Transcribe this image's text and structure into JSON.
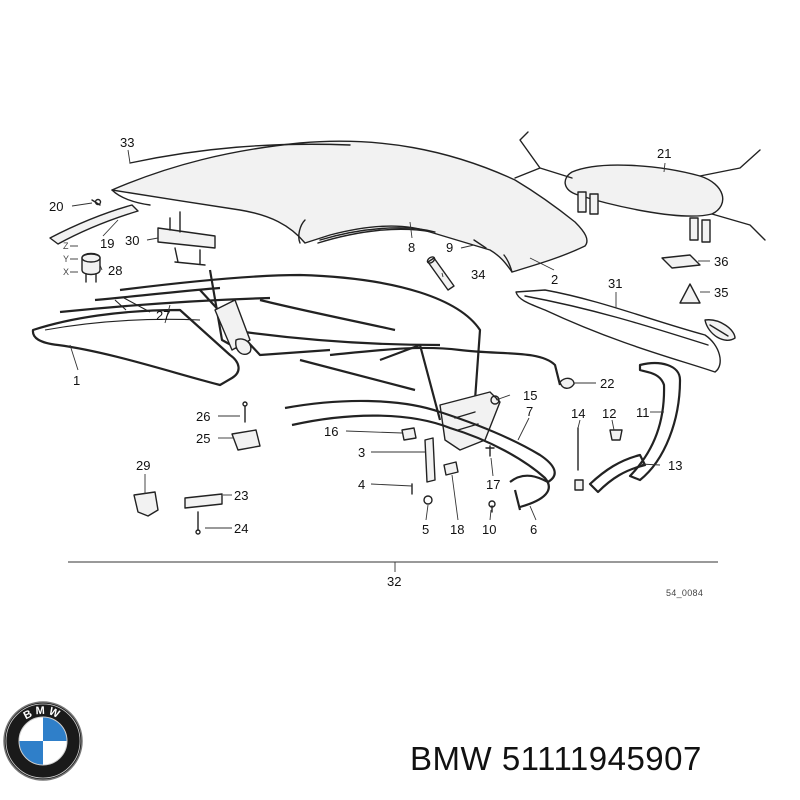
{
  "callouts": [
    {
      "id": "c1",
      "label": "1"
    },
    {
      "id": "c2",
      "label": "2"
    },
    {
      "id": "c3",
      "label": "3"
    },
    {
      "id": "c4",
      "label": "4"
    },
    {
      "id": "c5",
      "label": "5"
    },
    {
      "id": "c6",
      "label": "6"
    },
    {
      "id": "c7",
      "label": "7"
    },
    {
      "id": "c8",
      "label": "8"
    },
    {
      "id": "c9",
      "label": "9"
    },
    {
      "id": "c10",
      "label": "10"
    },
    {
      "id": "c11",
      "label": "11"
    },
    {
      "id": "c12",
      "label": "12"
    },
    {
      "id": "c13",
      "label": "13"
    },
    {
      "id": "c14",
      "label": "14"
    },
    {
      "id": "c15",
      "label": "15"
    },
    {
      "id": "c16",
      "label": "16"
    },
    {
      "id": "c17",
      "label": "17"
    },
    {
      "id": "c18",
      "label": "18"
    },
    {
      "id": "c19",
      "label": "19"
    },
    {
      "id": "c20",
      "label": "20"
    },
    {
      "id": "c21",
      "label": "21"
    },
    {
      "id": "c22",
      "label": "22"
    },
    {
      "id": "c23",
      "label": "23"
    },
    {
      "id": "c24",
      "label": "24"
    },
    {
      "id": "c25",
      "label": "25"
    },
    {
      "id": "c26",
      "label": "26"
    },
    {
      "id": "c27",
      "label": "27"
    },
    {
      "id": "c28",
      "label": "28"
    },
    {
      "id": "c29",
      "label": "29"
    },
    {
      "id": "c30",
      "label": "30"
    },
    {
      "id": "c31",
      "label": "31"
    },
    {
      "id": "c32",
      "label": "32"
    },
    {
      "id": "c33",
      "label": "33"
    },
    {
      "id": "c34",
      "label": "34"
    },
    {
      "id": "c35",
      "label": "35"
    },
    {
      "id": "c36",
      "label": "36"
    }
  ],
  "axis_letters": {
    "z": "Z",
    "y": "Y",
    "x": "X"
  },
  "reference_code": "54_0084",
  "caption": "BMW 51111945907",
  "logo": {
    "text": "BMW",
    "colors": {
      "ring": "#1a1a1a",
      "blue": "#2f7fc9",
      "white": "#ffffff"
    }
  }
}
